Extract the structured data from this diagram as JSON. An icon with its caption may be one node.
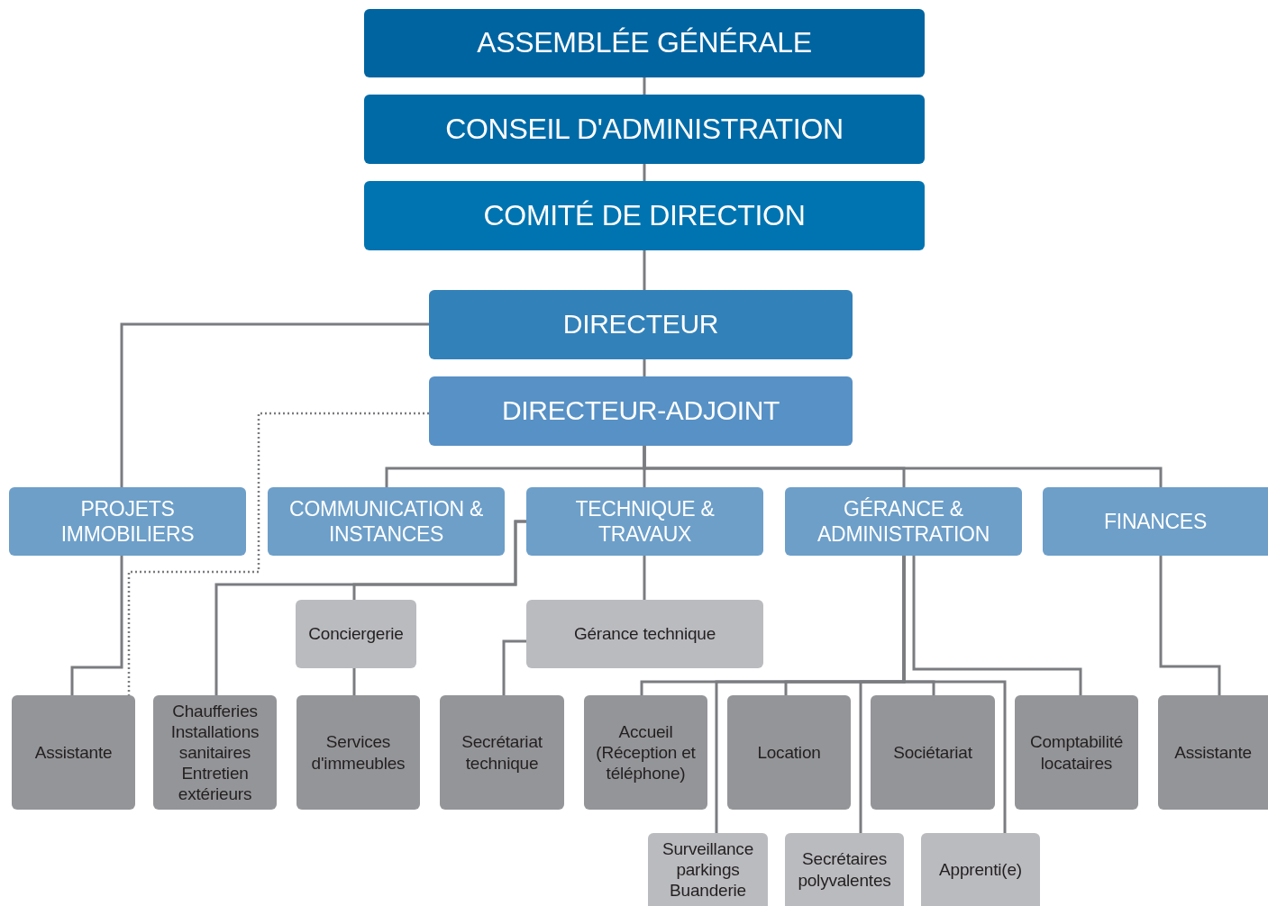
{
  "diagram": {
    "nodes": [
      {
        "text": [
          "ASSEMBLÉE GÉNÉRALE"
        ]
      },
      {
        "text": [
          "CONSEIL D'ADMINISTRATION"
        ]
      },
      {
        "text": [
          "COMITÉ DE DIRECTION"
        ]
      },
      {
        "text": [
          "DIRECTEUR"
        ]
      },
      {
        "text": [
          "DIRECTEUR-ADJOINT"
        ]
      },
      {
        "text": [
          "PROJETS IMMOBILIERS"
        ]
      },
      {
        "text": [
          "COMMUNICATION & INSTANCES"
        ]
      },
      {
        "text": [
          "TECHNIQUE & TRAVAUX"
        ]
      },
      {
        "text": [
          "GÉRANCE & ADMINISTRATION"
        ]
      },
      {
        "text": [
          "FINANCES"
        ]
      },
      {
        "text": [
          "Conciergerie"
        ]
      },
      {
        "text": [
          "Gérance technique"
        ]
      },
      {
        "text": [
          "Assistante"
        ]
      },
      {
        "text": [
          "Chaufferies Installations sanitaires Entretien extérieurs"
        ]
      },
      {
        "text": [
          "Services d'immeubles"
        ]
      },
      {
        "text": [
          "Secrétariat technique"
        ]
      },
      {
        "text": [
          "Accueil (Réception et téléphone)"
        ]
      },
      {
        "text": [
          "Location"
        ]
      },
      {
        "text": [
          "Sociétariat"
        ]
      },
      {
        "text": [
          "Comptabilité locataires"
        ]
      },
      {
        "text": [
          "Assistante"
        ]
      },
      {
        "text": [
          "Surveillance parkings Buanderie"
        ]
      },
      {
        "text": [
          "Secrétaires polyvalentes"
        ]
      },
      {
        "text": [
          "Apprenti(e)"
        ]
      }
    ],
    "edges": [
      {
        "from": 0,
        "to": 1,
        "arrow": "none"
      },
      {
        "from": 1,
        "to": 2,
        "arrow": "none"
      },
      {
        "from": 2,
        "to": 3,
        "arrow": "none"
      },
      {
        "from": 3,
        "to": 4,
        "arrow": "none"
      },
      {
        "from": 3,
        "to": 5,
        "arrow": "none"
      },
      {
        "from": 4,
        "to": 12,
        "arrow": "none",
        "style": "dashed"
      },
      {
        "from": 4,
        "to": 6,
        "arrow": "none"
      },
      {
        "from": 4,
        "to": 7,
        "arrow": "none"
      },
      {
        "from": 4,
        "to": 8,
        "arrow": "none"
      },
      {
        "from": 4,
        "to": 9,
        "arrow": "none"
      },
      {
        "from": 5,
        "to": 12,
        "arrow": "none"
      },
      {
        "from": 7,
        "to": 13,
        "arrow": "none"
      },
      {
        "from": 7,
        "to": 10,
        "arrow": "none"
      },
      {
        "from": 10,
        "to": 14,
        "arrow": "none"
      },
      {
        "from": 7,
        "to": 11,
        "arrow": "none"
      },
      {
        "from": 11,
        "to": 15,
        "arrow": "none"
      },
      {
        "from": 8,
        "to": 16,
        "arrow": "none"
      },
      {
        "from": 8,
        "to": 17,
        "arrow": "none"
      },
      {
        "from": 8,
        "to": 18,
        "arrow": "none"
      },
      {
        "from": 8,
        "to": 21,
        "arrow": "none"
      },
      {
        "from": 8,
        "to": 22,
        "arrow": "none"
      },
      {
        "from": 8,
        "to": 23,
        "arrow": "none"
      },
      {
        "from": 8,
        "to": 19,
        "arrow": "none"
      },
      {
        "from": 9,
        "to": 20,
        "arrow": "none"
      }
    ]
  }
}
